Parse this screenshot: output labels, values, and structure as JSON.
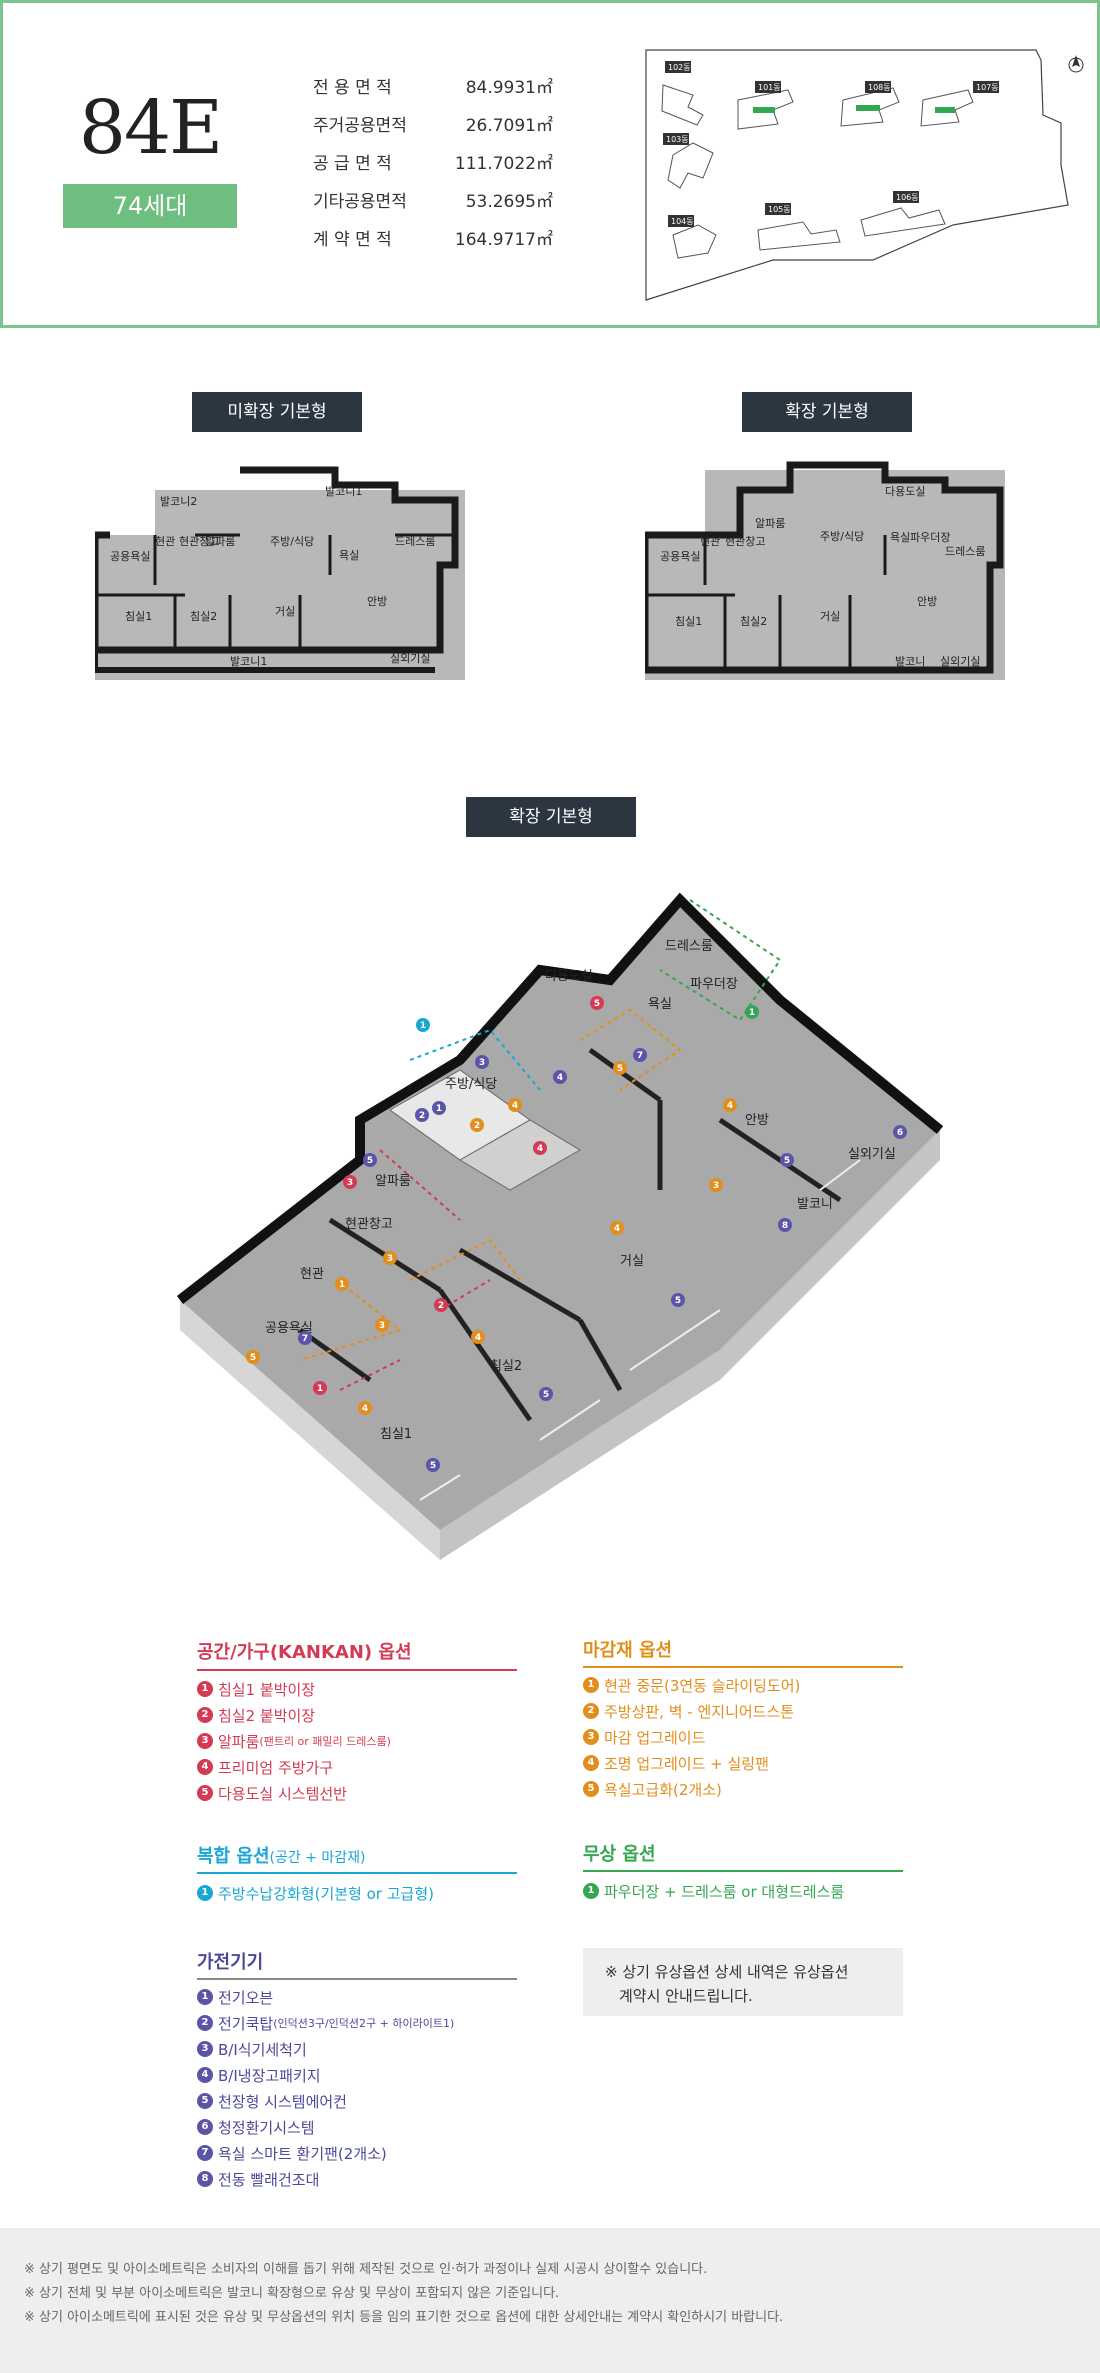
{
  "header": {
    "type_name": "84E",
    "households": "74세대",
    "areas": [
      {
        "label": "전 용 면 적",
        "value": "84.9931㎡"
      },
      {
        "label": "주거공용면적",
        "value": "26.7091㎡"
      },
      {
        "label": "공 급 면 적",
        "value": "111.7022㎡"
      },
      {
        "label": "기타공용면적",
        "value": "53.2695㎡"
      },
      {
        "label": "계 약 면 적",
        "value": "164.9717㎡"
      }
    ],
    "buildings": [
      "102동",
      "101동",
      "108동",
      "107동",
      "103동",
      "104동",
      "105동",
      "106동"
    ]
  },
  "plans": {
    "basic_tag": "미확장 기본형",
    "extended_tag": "확장 기본형",
    "iso_tag": "확장 기본형",
    "basic_rooms": [
      "발코니2",
      "발코니1",
      "현관",
      "현관창고",
      "알파룸",
      "주방/식당",
      "욕실",
      "드레스룸",
      "공용욕실",
      "침실1",
      "침실2",
      "거실",
      "안방",
      "발코니1",
      "실외기실"
    ],
    "extended_rooms": [
      "다용도실",
      "알파룸",
      "주방/식당",
      "욕실",
      "파우더장",
      "드레스룸",
      "현관",
      "현관창고",
      "공용욕실",
      "침실1",
      "침실2",
      "거실",
      "안방",
      "발코니",
      "실외기실"
    ],
    "iso_rooms": [
      "드레스룸",
      "파우더장",
      "다용도실",
      "욕실",
      "주방/식당",
      "알파룸",
      "현관창고",
      "현관",
      "공용욕실",
      "침실1",
      "침실2",
      "거실",
      "안방",
      "발코니",
      "실외기실"
    ]
  },
  "options": {
    "space": {
      "title": "공간/가구(KANKAN) 옵션",
      "items": [
        "침실1 붙박이장",
        "침실2 붙박이장",
        "알파룸",
        "프리미엄 주방가구",
        "다용도실 시스템선반"
      ],
      "alpha_note": "(팬트리 or 패밀리 드레스룸)"
    },
    "finish": {
      "title": "마감재 옵션",
      "items": [
        "현관 중문(3연동 슬라이딩도어)",
        "주방상판, 벽 - 엔지니어드스톤",
        "마감 업그레이드",
        "조명 업그레이드 + 실링팬",
        "욕실고급화(2개소)"
      ]
    },
    "combo": {
      "title": "복합 옵션",
      "title_sub": "(공간 + 마감재)",
      "items": [
        "주방수납강화형(기본형 or 고급형)"
      ]
    },
    "free": {
      "title": "무상 옵션",
      "items": [
        "파우더장 + 드레스룸 or 대형드레스룸"
      ]
    },
    "appliance": {
      "title": "가전기기",
      "items": [
        "전기오븐",
        "전기쿡탑",
        "B/I식기세척기",
        "B/I냉장고패키지",
        "천장형 시스템에어컨",
        "청정환기시스템",
        "욕실 스마트 환기팬(2개소)",
        "전동 빨래건조대"
      ],
      "cooktop_note": "(인덕션3구/인덕션2구 + 하이라이트1)"
    },
    "notice": [
      "※ 상기 유상옵션 상세 내역은 유상옵션",
      "계약시 안내드립니다."
    ]
  },
  "footer": [
    "※ 상기 평면도 및 아이소메트릭은 소비자의 이해를 돕기 위해 제작된 것으로 인·허가 과정이나 실제 시공시 상이할수 있습니다.",
    "※ 상기 전체 및 부분 아이소메트릭은 발코니 확장형으로 유상 및 무상이 포함되지 않은 기준입니다.",
    "※ 상기 아이소메트릭에 표시된 것은 유상 및 무상옵션의 위치 등을 임의 표기한 것으로 옵션에 대한 상세안내는 계약시 확인하시기 바랍니다."
  ],
  "colors": {
    "border_green": "#7cc38f",
    "badge_green": "#6ebf7f",
    "tag_dark": "#2c3640",
    "red": "#d23b53",
    "orange": "#e28e1c",
    "cyan": "#19a7d4",
    "green": "#35a651",
    "purple": "#4b4a9a"
  }
}
